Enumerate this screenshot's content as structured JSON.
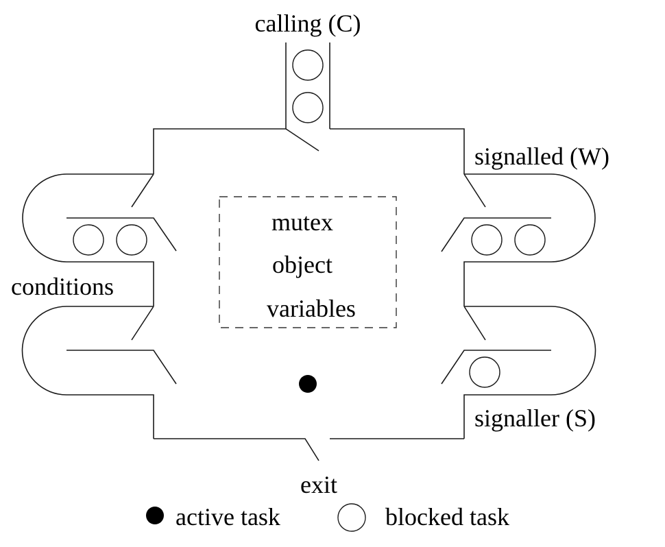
{
  "diagram": {
    "title": "Monitor with condition queues",
    "labels": {
      "calling": "calling (C)",
      "signalled": "signalled (W)",
      "conditions": "conditions",
      "signaller": "signaller (S)",
      "exit": "exit"
    },
    "monitor_contents": [
      "mutex",
      "object",
      "variables"
    ],
    "queues": {
      "calling": {
        "blocked_tasks": 2
      },
      "condition_upper": {
        "blocked_tasks": 2
      },
      "condition_lower": {
        "blocked_tasks": 0
      },
      "signalled": {
        "blocked_tasks": 2
      },
      "signaller": {
        "blocked_tasks": 1
      }
    },
    "active_tasks_inside": 1,
    "legend": {
      "active": "active task",
      "blocked": "blocked task"
    }
  }
}
